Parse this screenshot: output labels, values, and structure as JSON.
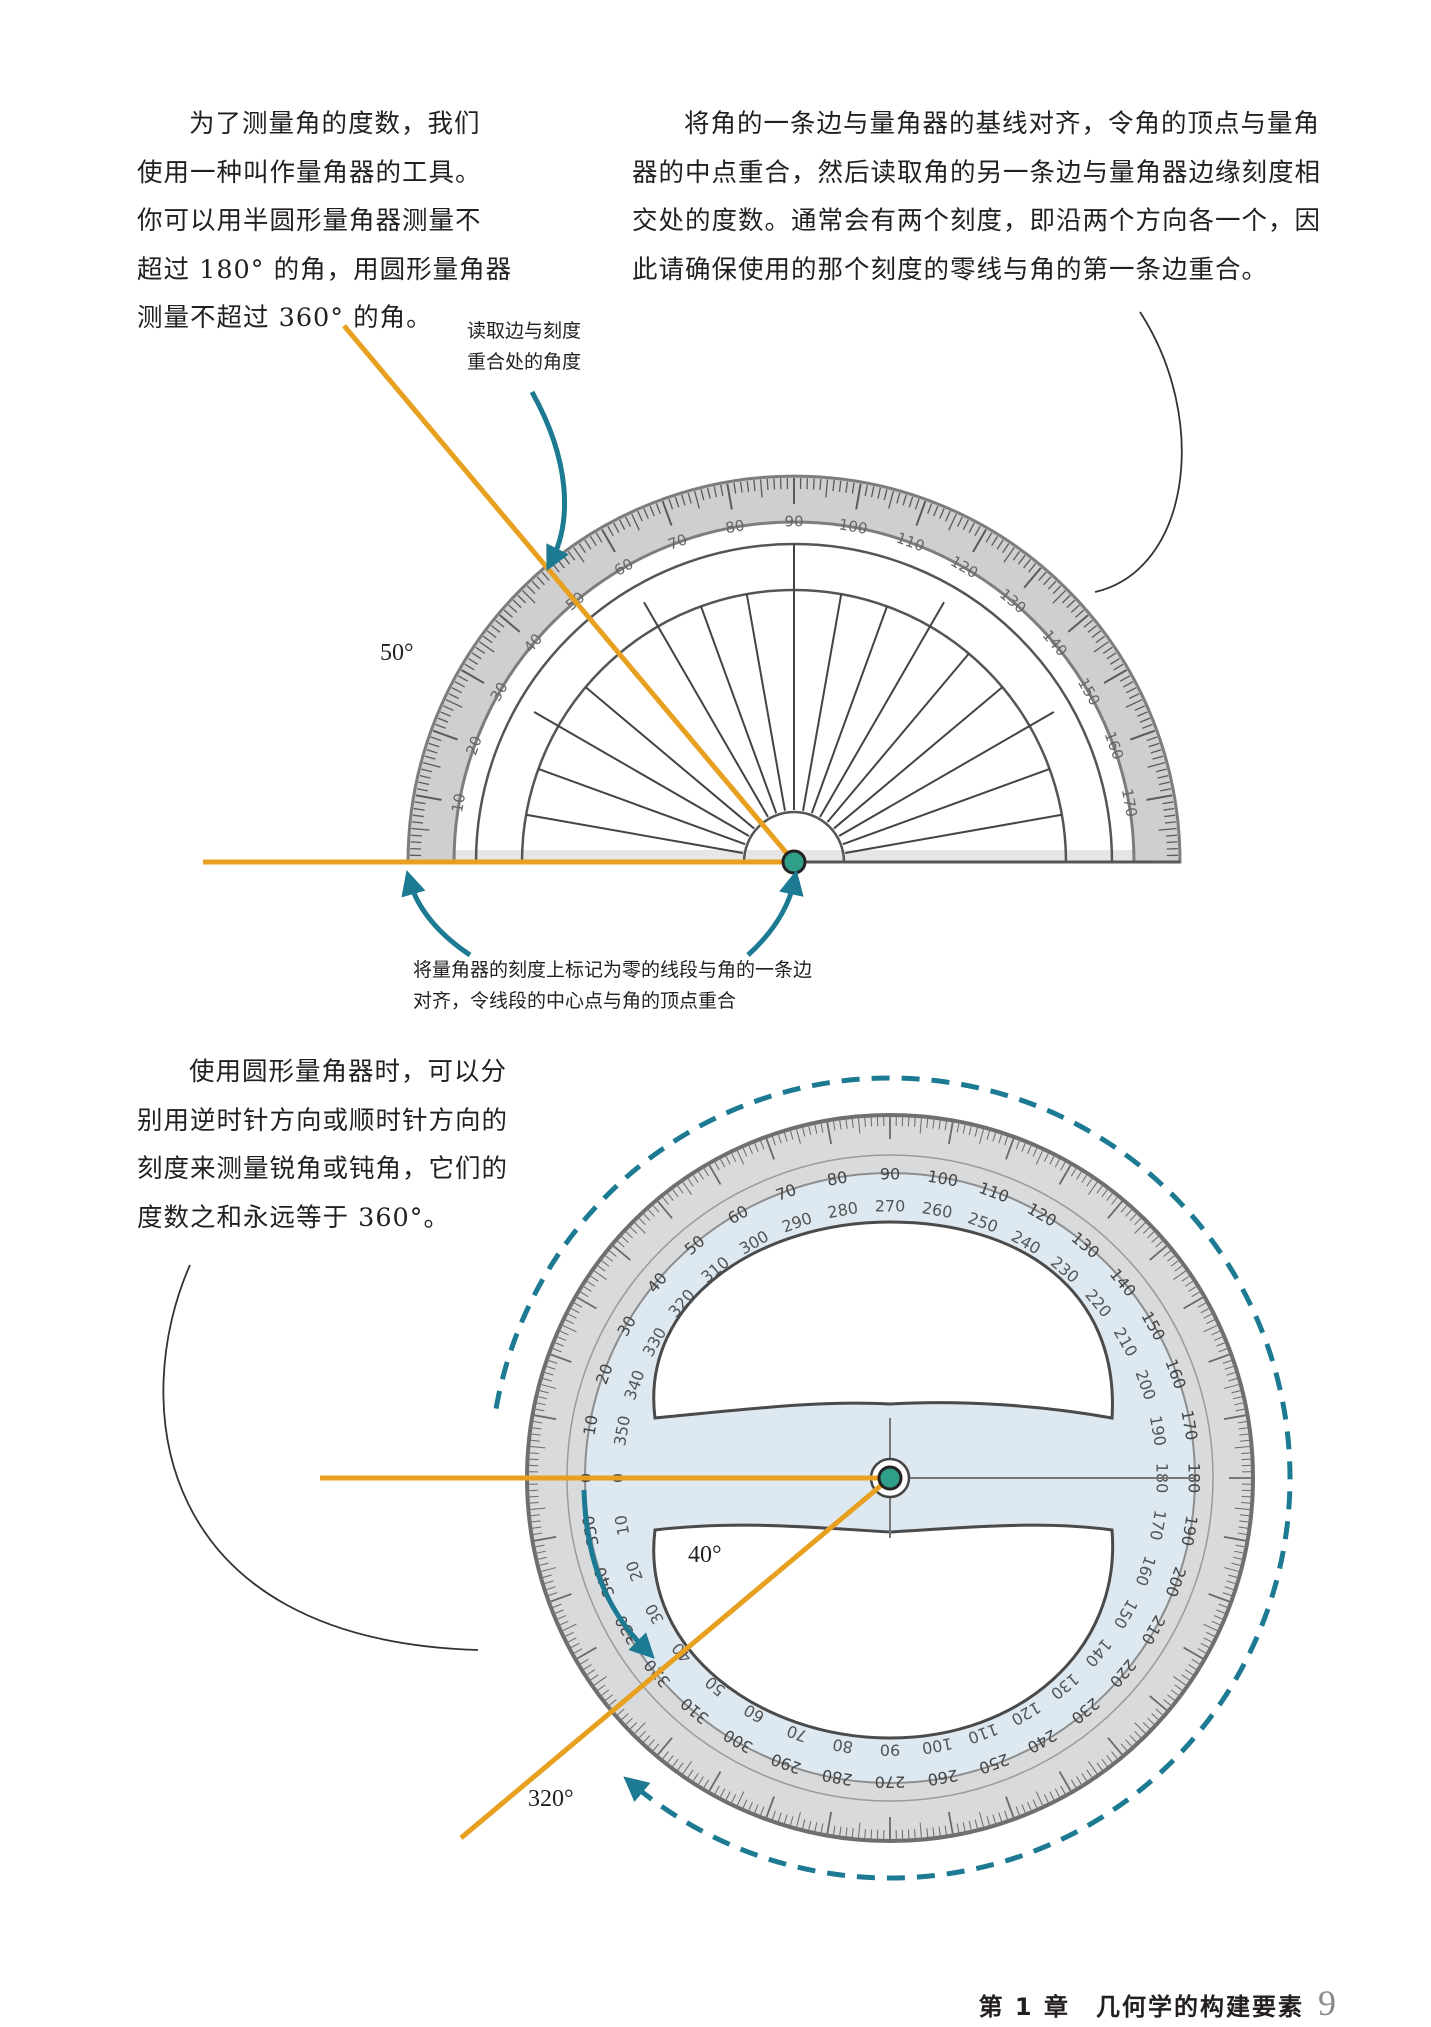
{
  "paragraphs": {
    "intro": [
      "为了测量角的度数，我们",
      "使用一种叫作量角器的工具。",
      "你可以用半圆形量角器测量不",
      "超过 180° 的角，用圆形量角器",
      "测量不超过 360° 的角。"
    ],
    "align": [
      "将角的一条边与量角器的基线对齐，令角的顶点与量角",
      "器的中点重合，然后读取角的另一条边与量角器边缘刻度相",
      "交处的度数。通常会有两个刻度，即沿两个方向各一个，因",
      "此请确保使用的那个刻度的零线与角的第一条边重合。"
    ],
    "circular": [
      "使用圆形量角器时，可以分",
      "别用逆时针方向或顺时针方向的",
      "刻度来测量锐角或钝角，它们的",
      "度数之和永远等于 360°。"
    ]
  },
  "callouts": {
    "read": [
      "读取边与刻度",
      "重合处的角度"
    ],
    "baseline": [
      "将量角器的刻度上标记为零的线段与角的一条边",
      "对齐，令线段的中心点与角的顶点重合"
    ]
  },
  "angles": {
    "semi_label": "50°",
    "semi_value": 50,
    "circle_acute_label": "40°",
    "circle_acute_value": 40,
    "circle_reflex_label": "320°",
    "circle_reflex_value": 320
  },
  "scales": {
    "semi_labels": [
      "10",
      "20",
      "30",
      "40",
      "50",
      "60",
      "70",
      "80",
      "90",
      "100",
      "110",
      "120",
      "130",
      "140",
      "150",
      "160",
      "170"
    ],
    "circle_outer_step": 10,
    "circle_inner_step": 10
  },
  "colors": {
    "orange": "#e8a020",
    "teal": "#1d7a93",
    "teal_dot": "#2f9f8a",
    "protractor_gray": "#7d7d7d",
    "protractor_fill": "#dde8f1"
  },
  "footer": {
    "chapter": "第 1 章　几何学的构建要素",
    "page": "9"
  }
}
